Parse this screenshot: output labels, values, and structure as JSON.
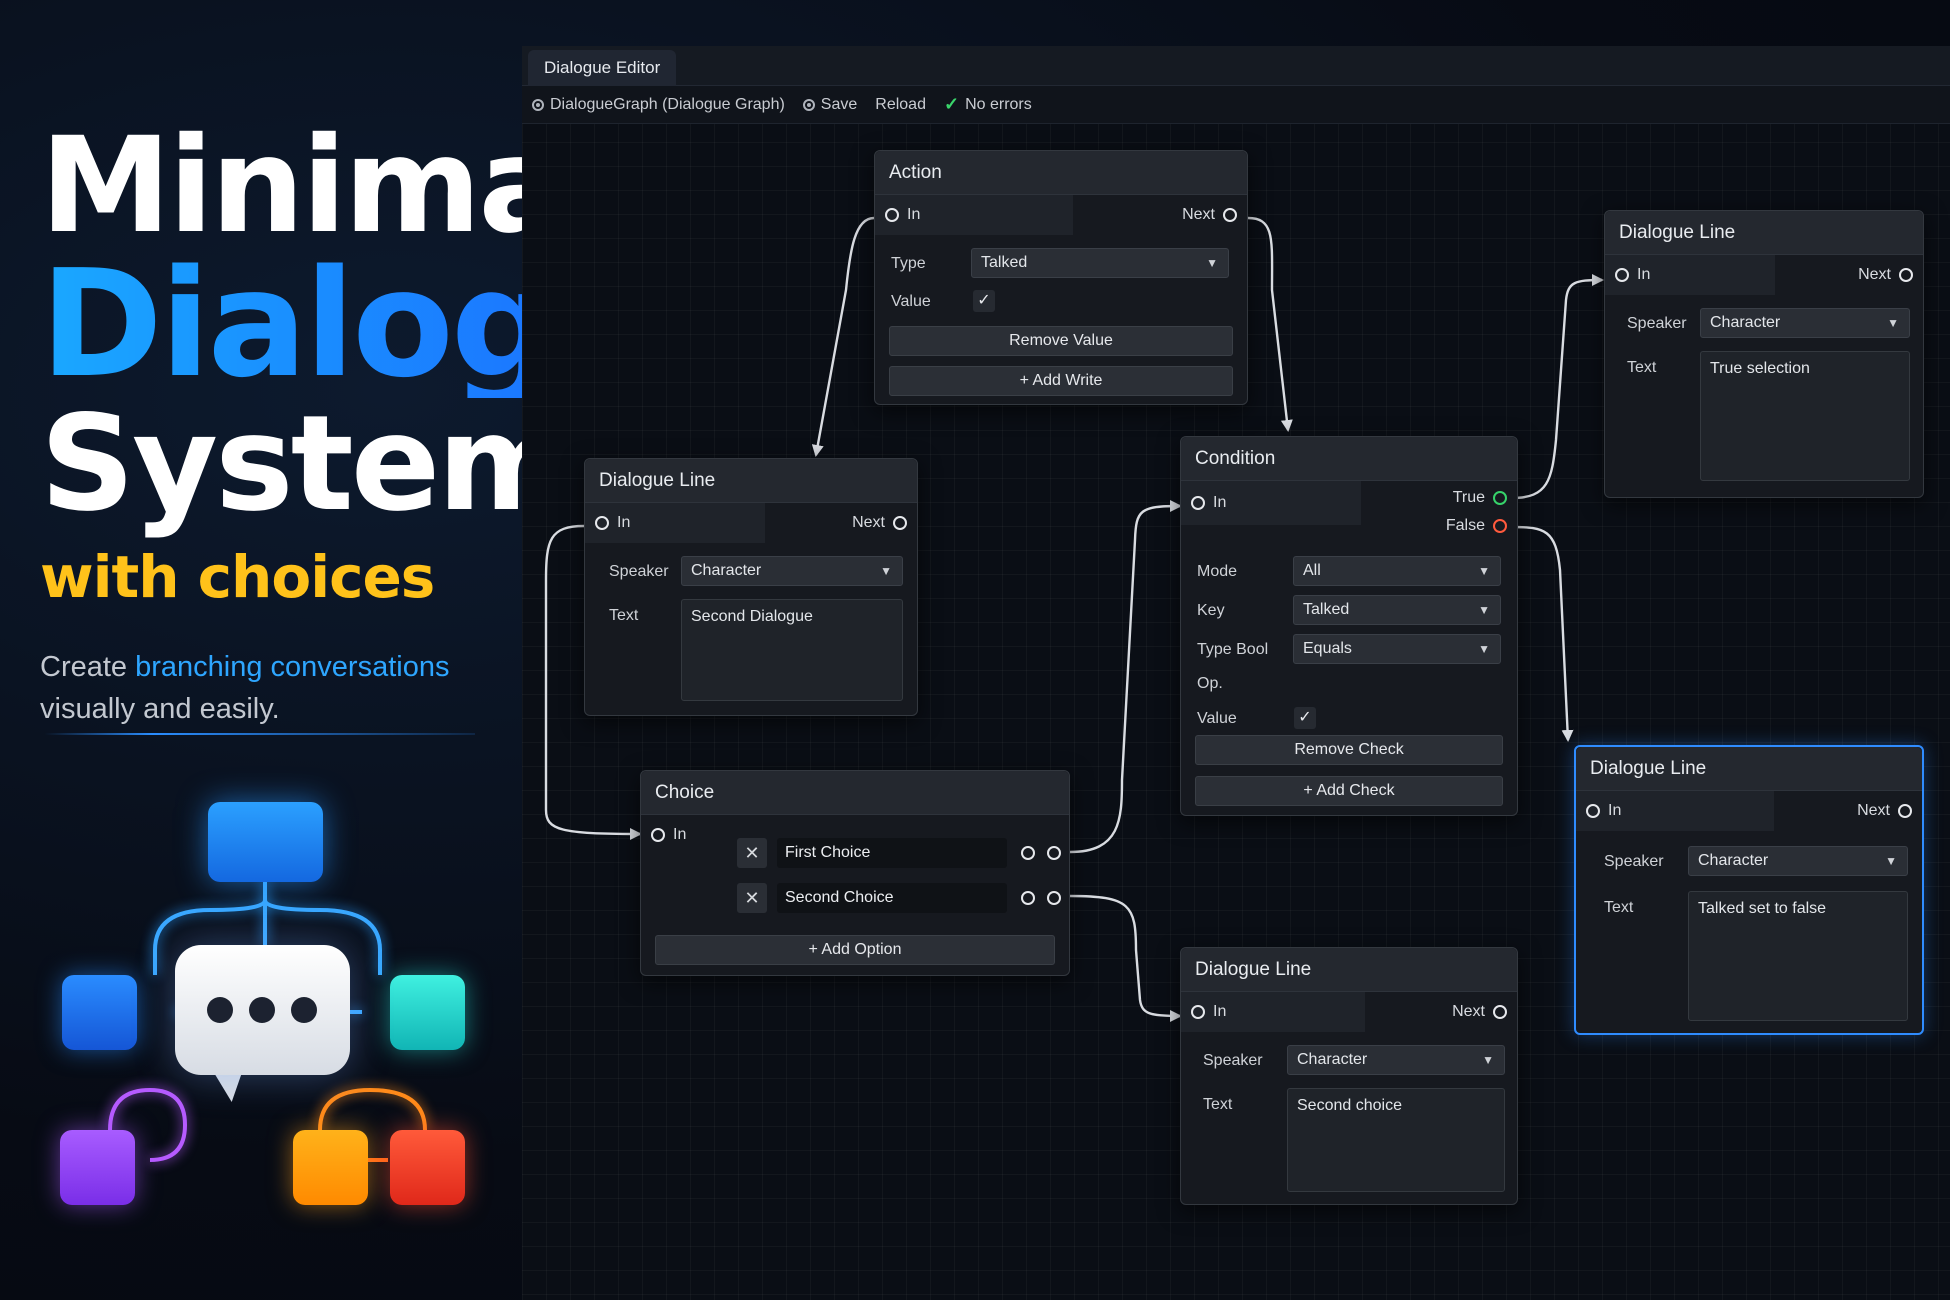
{
  "hero": {
    "line1": "Minimal",
    "line2": "Dialogue",
    "line3": "System",
    "line4_a": "with ",
    "line4_b": "choices",
    "desc_a": "Create ",
    "desc_highlight": "branching conversations",
    "desc_b": "visually and easily."
  },
  "colors": {
    "accent": "#2f8cff",
    "title_blue": "#1aa8ff",
    "title_yellow": "#ffc21a",
    "true_port": "#36d36a",
    "false_port": "#ff5a3d"
  },
  "editor": {
    "tab": "Dialogue Editor",
    "toolbar": {
      "graph": "DialogueGraph (Dialogue Graph)",
      "save": "Save",
      "reload": "Reload",
      "status": "No errors"
    }
  },
  "nodes": {
    "action": {
      "title": "Action",
      "in": "In",
      "next": "Next",
      "type_label": "Type",
      "type_value": "Talked",
      "value_label": "Value",
      "value_checked": "✓",
      "remove_btn": "Remove Value",
      "add_btn": "+ Add Write"
    },
    "dl_top_right": {
      "title": "Dialogue Line",
      "in": "In",
      "next": "Next",
      "speaker_label": "Speaker",
      "speaker_value": "Character",
      "text_label": "Text",
      "text_value": "True selection"
    },
    "dl_mid_left": {
      "title": "Dialogue Line",
      "in": "In",
      "next": "Next",
      "speaker_label": "Speaker",
      "speaker_value": "Character",
      "text_label": "Text",
      "text_value": "Second Dialogue"
    },
    "condition": {
      "title": "Condition",
      "in": "In",
      "true": "True",
      "false": "False",
      "mode_label": "Mode",
      "mode_value": "All",
      "key_label": "Key",
      "key_value": "Talked",
      "typebool_label": "Type Bool",
      "typebool_value": "Equals",
      "op_label": "Op.",
      "value_label": "Value",
      "value_checked": "✓",
      "remove_btn": "Remove Check",
      "add_btn": "+ Add Check"
    },
    "choice": {
      "title": "Choice",
      "in": "In",
      "option1": "First Choice",
      "option2": "Second Choice",
      "add_btn": "+ Add Option",
      "x": "✕"
    },
    "dl_right_selected": {
      "title": "Dialogue Line",
      "in": "In",
      "next": "Next",
      "speaker_label": "Speaker",
      "speaker_value": "Character",
      "text_label": "Text",
      "text_value": "Talked set to false"
    },
    "dl_bottom": {
      "title": "Dialogue Line",
      "in": "In",
      "next": "Next",
      "speaker_label": "Speaker",
      "speaker_value": "Character",
      "text_label": "Text",
      "text_value": "Second choice"
    }
  }
}
